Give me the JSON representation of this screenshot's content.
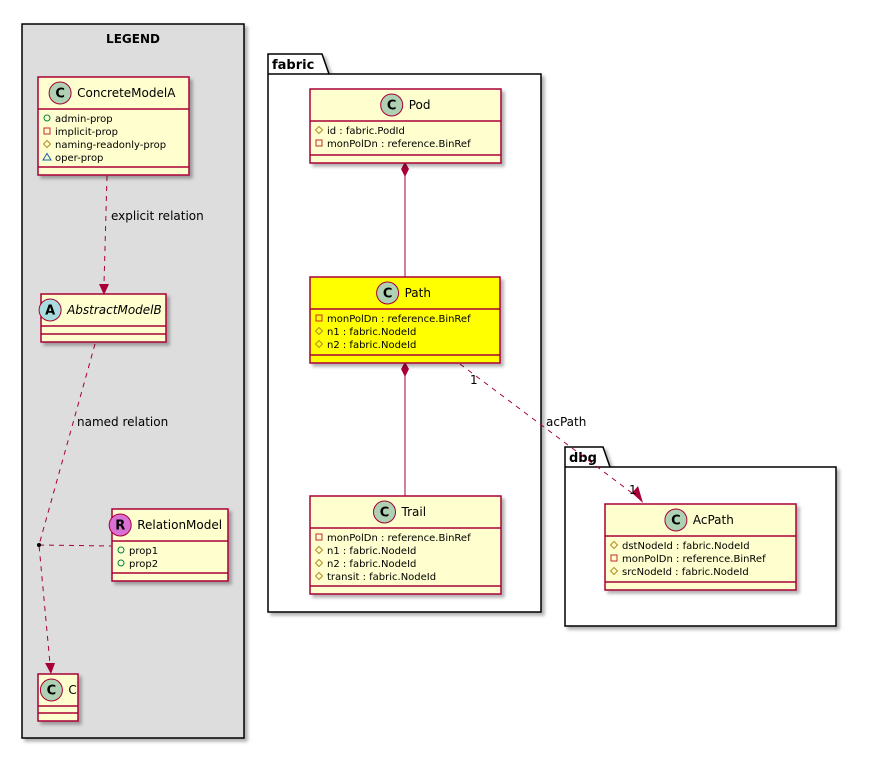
{
  "legend": {
    "title": "LEGEND",
    "classes": {
      "concrete": {
        "name": "ConcreteModelA",
        "stereotype": "C",
        "members": [
          {
            "visibility": "+",
            "text": "admin-prop"
          },
          {
            "visibility": "-",
            "text": "implicit-prop"
          },
          {
            "visibility": "#",
            "text": "naming-readonly-prop"
          },
          {
            "visibility": "~",
            "text": "oper-prop"
          }
        ]
      },
      "abstract": {
        "name": "AbstractModelB",
        "stereotype": "A",
        "members": []
      },
      "relation": {
        "name": "RelationModel",
        "stereotype": "R",
        "members": [
          {
            "visibility": "+",
            "text": "prop1"
          },
          {
            "visibility": "+",
            "text": "prop2"
          }
        ]
      },
      "c": {
        "name": "C",
        "stereotype": "C",
        "members": []
      }
    },
    "edges": {
      "explicit": "explicit relation",
      "named": "named relation"
    }
  },
  "packages": {
    "fabric": {
      "label": "fabric",
      "classes": {
        "pod": {
          "name": "Pod",
          "stereotype": "C",
          "members": [
            {
              "visibility": "#",
              "text": "id : fabric.PodId"
            },
            {
              "visibility": "-",
              "text": "monPolDn : reference.BinRef"
            }
          ]
        },
        "path": {
          "name": "Path",
          "stereotype": "C",
          "highlighted": true,
          "members": [
            {
              "visibility": "-",
              "text": "monPolDn : reference.BinRef"
            },
            {
              "visibility": "#",
              "text": "n1 : fabric.NodeId"
            },
            {
              "visibility": "#",
              "text": "n2 : fabric.NodeId"
            }
          ]
        },
        "trail": {
          "name": "Trail",
          "stereotype": "C",
          "members": [
            {
              "visibility": "-",
              "text": "monPolDn : reference.BinRef"
            },
            {
              "visibility": "#",
              "text": "n1 : fabric.NodeId"
            },
            {
              "visibility": "#",
              "text": "n2 : fabric.NodeId"
            },
            {
              "visibility": "#",
              "text": "transit : fabric.NodeId"
            }
          ]
        }
      }
    },
    "dbg": {
      "label": "dbg",
      "classes": {
        "acpath": {
          "name": "AcPath",
          "stereotype": "C",
          "members": [
            {
              "visibility": "#",
              "text": "dstNodeId : fabric.NodeId"
            },
            {
              "visibility": "-",
              "text": "monPolDn : reference.BinRef"
            },
            {
              "visibility": "#",
              "text": "srcNodeId : fabric.NodeId"
            }
          ]
        }
      }
    }
  },
  "edges": {
    "acpath": {
      "label": "acPath",
      "source_multiplicity": "1",
      "target_multiplicity": "1"
    }
  },
  "colors": {
    "class_fill": "#FEFECE",
    "class_border": "#A80036",
    "highlight_fill": "#FFFF00",
    "legend_fill": "#DDDDDD",
    "circle_c": "#ADD1B2",
    "circle_a": "#A9DCDF",
    "circle_r": "#DA70D6",
    "edge": "#A80036"
  }
}
